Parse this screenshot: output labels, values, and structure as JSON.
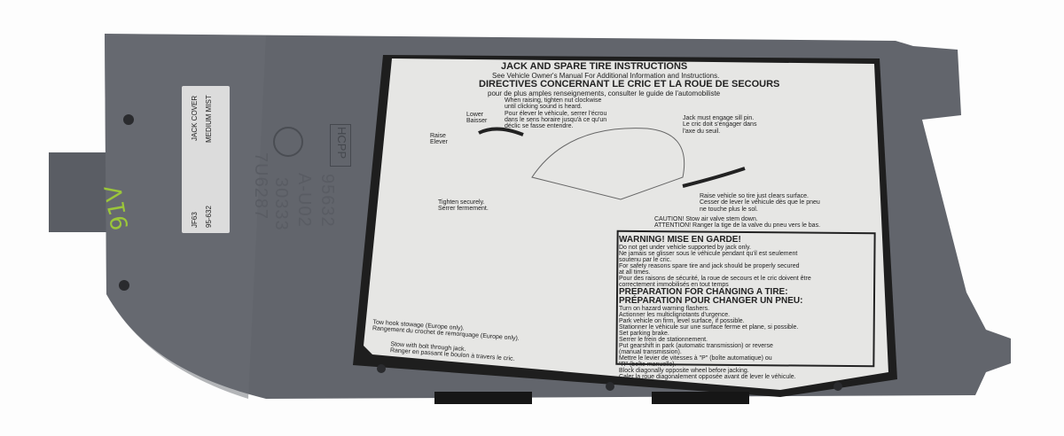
{
  "part_label": {
    "name": "JACK COVER",
    "color": "MEDIUM MIST",
    "code": "JF63",
    "number": "95-632"
  },
  "molded_text": [
    "7U6287",
    "30333",
    "A-U02",
    "95632"
  ],
  "molded_marking": "HCPP",
  "handwriting": "91V",
  "sticker": {
    "title": "JACK AND SPARE TIRE INSTRUCTIONS",
    "subtitle_en": "See Vehicle Owner's Manual For Additional Information and Instructions.",
    "title_fr": "DIRECTIVES CONCERNANT LE CRIC ET LA ROUE DE SECOURS",
    "subtitle_fr": "pour de plus amples renseignements, consulter le guide de l'automobiliste",
    "raise_note": [
      "When raising, tighten nut clockwise",
      "until clicking sound is heard.",
      "Pour élever le véhicule, serrer l'écrou",
      "dans le sens horaire jusqu'à ce qu'un",
      "déclic se fasse entendre."
    ],
    "lower": [
      "Lower",
      "Baisser"
    ],
    "raise": [
      "Raise",
      "Elever"
    ],
    "sill_pin": [
      "Jack must engage sill pin.",
      "Le cric doit s'engager dans",
      "l'axe du seuil."
    ],
    "tighten": [
      "Tighten securely.",
      "Serrer fermement."
    ],
    "clears": [
      "Raise vehicle so tire just clears surface.",
      "Cesser de lever le véhicule dès que le pneu",
      "ne touche plus le sol."
    ],
    "caution": [
      "CAUTION! Stow air valve stem down.",
      "ATTENTION! Ranger la tige de la valve du pneu vers le bas."
    ],
    "tow_hook": [
      "Tow hook stowage (Europe only).",
      "Rangement du crochet de remorquage (Europe only)."
    ],
    "stow_bolt": [
      "Stow with bolt through jack.",
      "Ranger en passant le boulon à travers le cric."
    ],
    "warning": {
      "heading": "WARNING! MISE EN GARDE!",
      "lines": [
        "Do not get under vehicle supported by jack only.",
        "Ne jamais se glisser sous le véhicule pendant qu'il est seulement",
        "soutenu par le cric.",
        "For safety reasons spare tire and jack should be properly secured",
        "at all times.",
        "Pour des raisons de sécurité, la roue de secours et le cric doivent être",
        "correctement immobilisés en tout temps"
      ],
      "prep_en": "PREPARATION FOR CHANGING A TIRE:",
      "prep_fr": "PRÉPARATION POUR CHANGER UN PNEU:",
      "steps": [
        "Turn on hazard warning flashers.",
        "Actionner les multiclignotants d'urgence.",
        "Park vehicle on firm, level surface, if possible.",
        "Stationner le véhicule sur une surface ferme et plane, si possible.",
        "Set parking brake.",
        "Serrer le frein de stationnement.",
        "Put gearshift in park (automatic transmission) or reverse",
        "(manual transmission).",
        "Mettre le levier de vitesses à \"P\" (boîte automatique) ou",
        "\"R\" (boîte manuelle).",
        "Block diagonally opposite wheel before jacking.",
        "Caler la roue diagonalement opposée avant de lever le véhicule."
      ]
    }
  },
  "colors": {
    "plastic": "#62656c",
    "sticker": "#e6e6e4",
    "felt": "#1e1e1e",
    "ink": "#9bc63a"
  }
}
